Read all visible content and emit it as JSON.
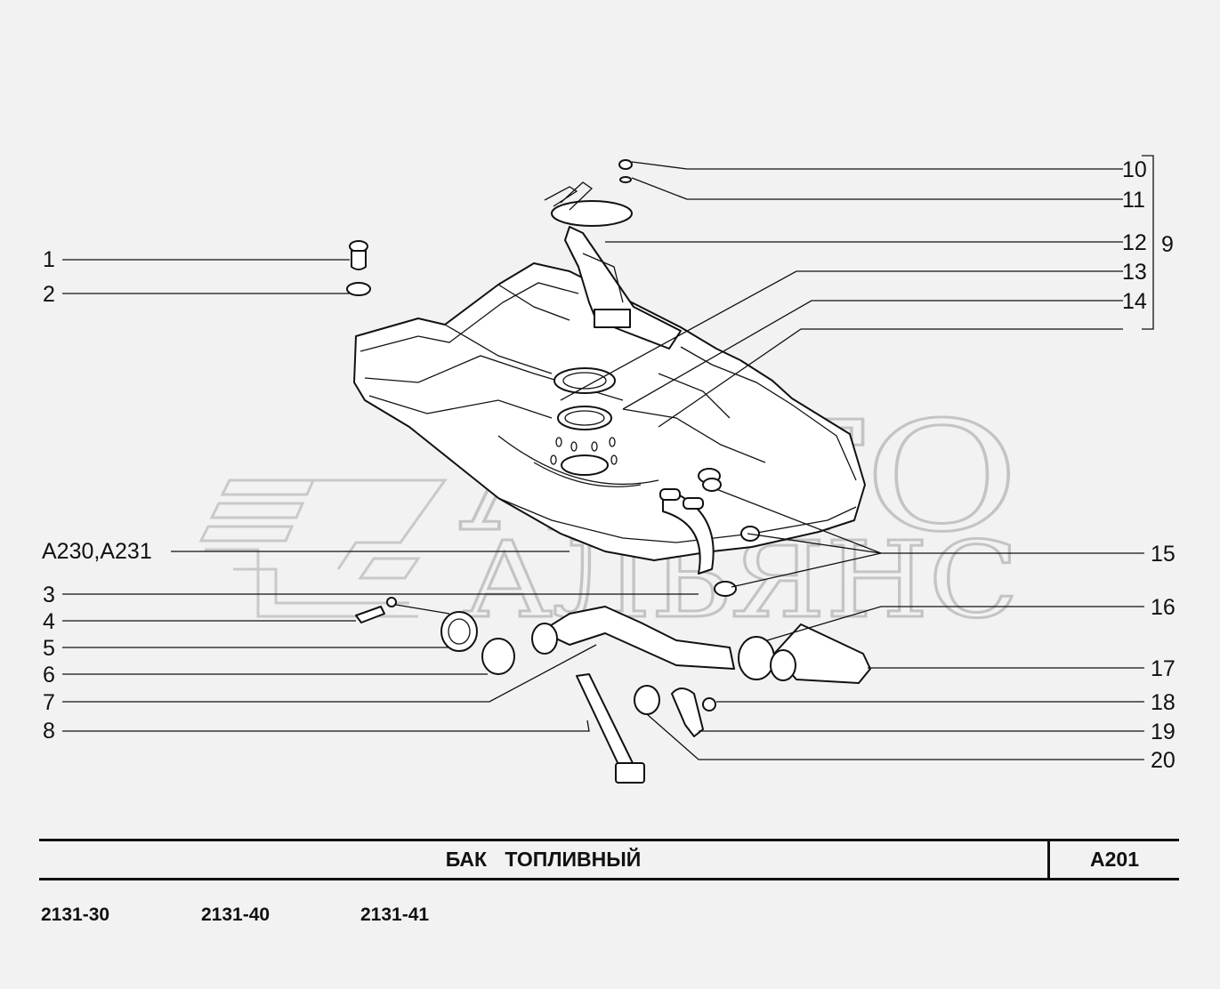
{
  "title": "БАК   ТОПЛИВНЫЙ",
  "code": "A201",
  "models": [
    "2131-30",
    "2131-40",
    "2131-41"
  ],
  "watermark": {
    "line1": "АВТО",
    "line2": "АЛЬЯНС"
  },
  "callouts": {
    "c1": "1",
    "c2": "2",
    "c3": "3",
    "c4": "4",
    "c5": "5",
    "c6": "6",
    "c7": "7",
    "c8": "8",
    "c9": "9",
    "c10": "10",
    "c11": "11",
    "c12": "12",
    "c13": "13",
    "c14": "14",
    "c15": "15",
    "c16": "16",
    "c17": "17",
    "c18": "18",
    "c19": "19",
    "c20": "20",
    "ref": "A230,A231"
  },
  "colors": {
    "ink": "#111111",
    "paper": "#f2f2f2",
    "watermark": "#c9c9c9"
  }
}
